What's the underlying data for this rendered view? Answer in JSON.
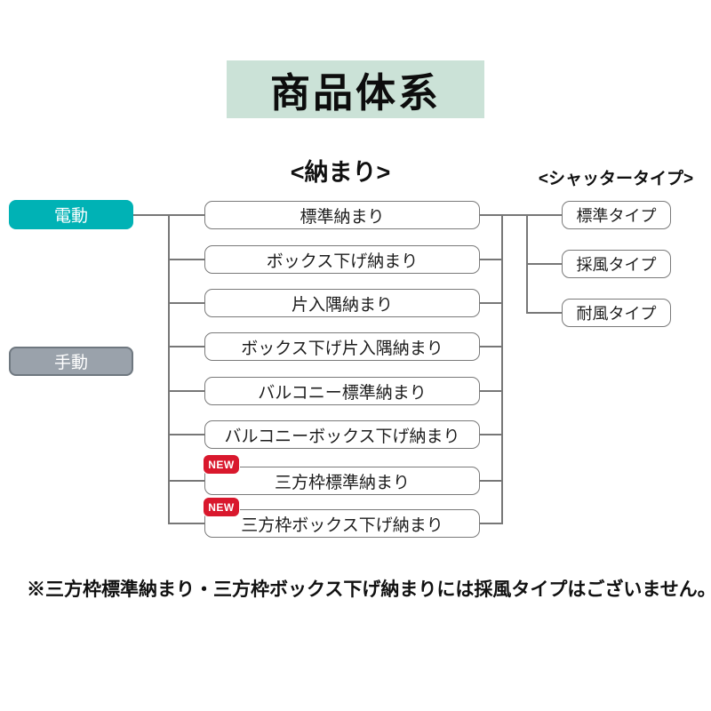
{
  "title": "商品体系",
  "headers": {
    "fitting": "<納まり>",
    "shutter_type": "<シャッタータイプ>"
  },
  "drive_modes": [
    {
      "label": "電動"
    },
    {
      "label": "手動"
    }
  ],
  "fittings": [
    {
      "label": "標準納まり",
      "new": false
    },
    {
      "label": "ボックス下げ納まり",
      "new": false
    },
    {
      "label": "片入隅納まり",
      "new": false
    },
    {
      "label": "ボックス下げ片入隅納まり",
      "new": false
    },
    {
      "label": "バルコニー標準納まり",
      "new": false
    },
    {
      "label": "バルコニーボックス下げ納まり",
      "new": false
    },
    {
      "label": "三方枠標準納まり",
      "new": true
    },
    {
      "label": "三方枠ボックス下げ納まり",
      "new": true
    }
  ],
  "new_badge_label": "NEW",
  "shutter_types": [
    {
      "label": "標準タイプ"
    },
    {
      "label": "採風タイプ"
    },
    {
      "label": "耐風タイプ"
    }
  ],
  "footnote": "※三方枠標準納まり・三方枠ボックス下げ納まりには採風タイプはございません。",
  "colors": {
    "title_bg": "#cbe2d7",
    "electric_bg": "#00b2b5",
    "manual_bg": "#9aa2ab",
    "manual_border": "#6f7880",
    "new_badge_bg": "#d9182d",
    "box_border": "#7a7a7a",
    "connector_line": "#777777"
  }
}
